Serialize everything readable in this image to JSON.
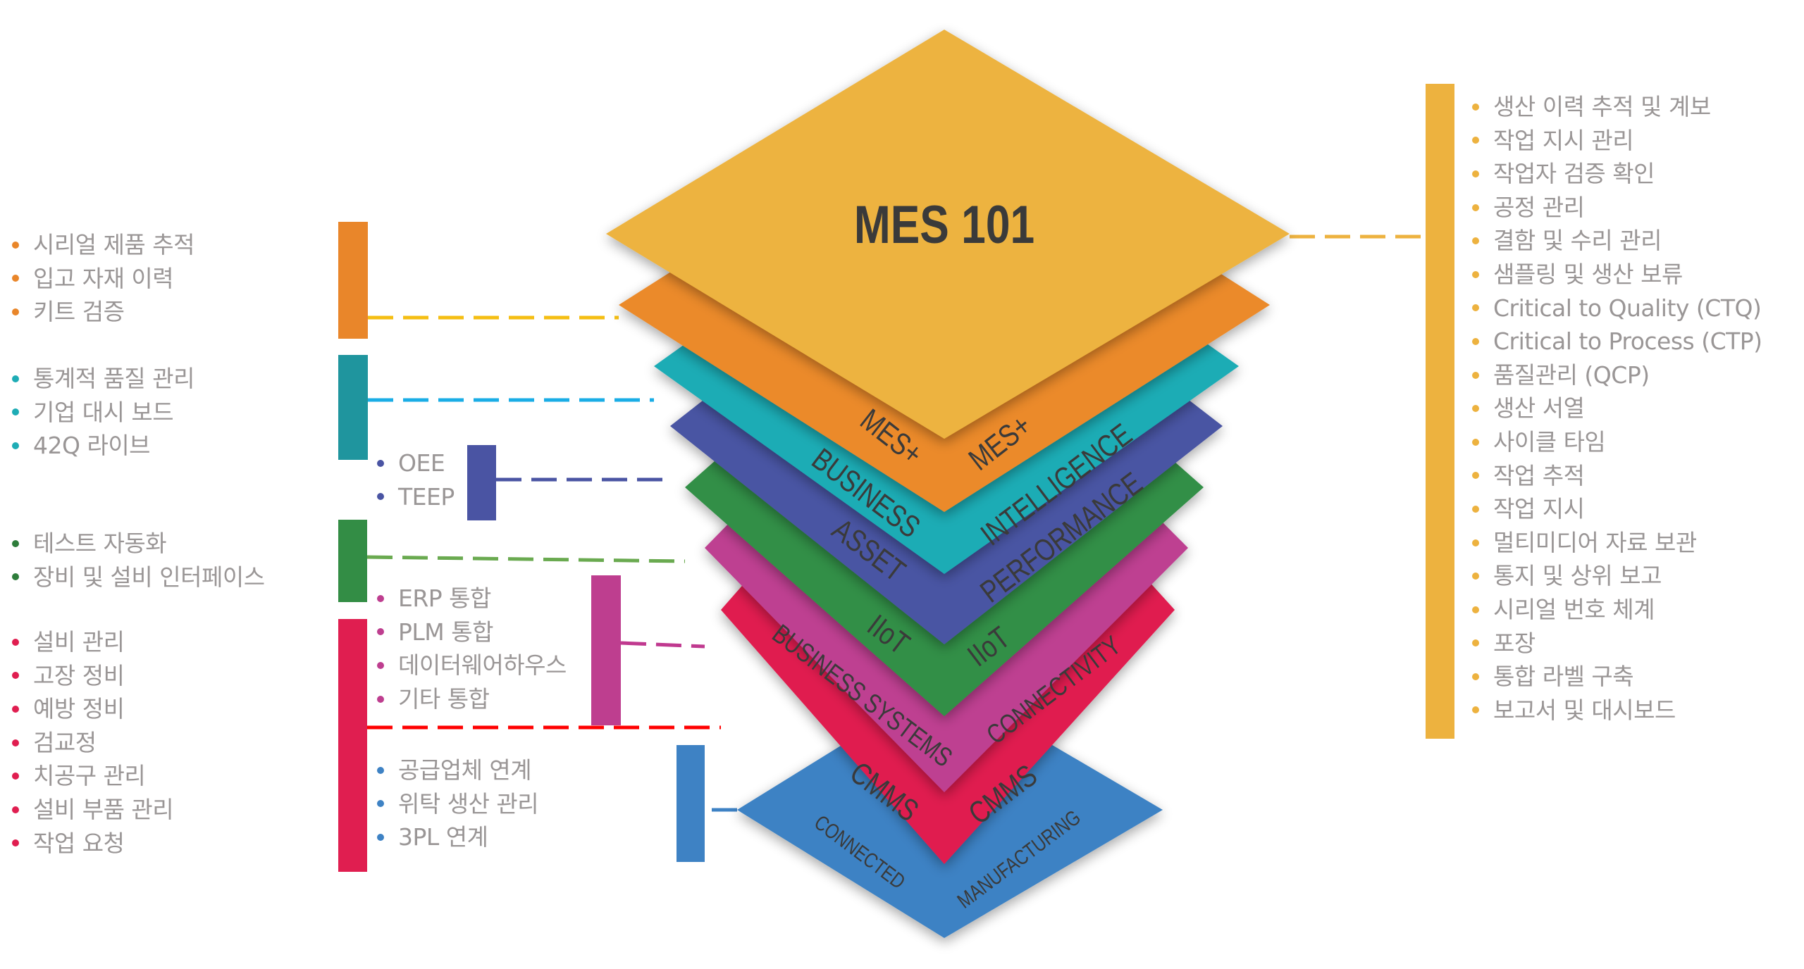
{
  "title": "MES 101",
  "colors": {
    "yellow": "#EDB33F",
    "orange": "#EB8A2A",
    "teal": "#1EACB5",
    "indigo": "#4A55A3",
    "green": "#338F46",
    "magenta": "#BE3F91",
    "red": "#E01C50",
    "blue": "#3E82C4",
    "text_gray": "#9a9696",
    "label_dark": "#3a3a3a"
  },
  "layers": [
    {
      "id": "mes-101",
      "color": "#EDB33F",
      "left_label": "",
      "right_label": ""
    },
    {
      "id": "mes-plus",
      "color": "#EB8A2A",
      "left_label": "MES+",
      "right_label": "MES+"
    },
    {
      "id": "business-intelligence",
      "color": "#1EACB5",
      "left_label": "BUSINESS",
      "right_label": "INTELLIGENCE"
    },
    {
      "id": "asset-performance",
      "color": "#4A55A3",
      "left_label": "ASSET",
      "right_label": "PERFORMANCE"
    },
    {
      "id": "iiot",
      "color": "#338F46",
      "left_label": "IIoT",
      "right_label": "IIoT"
    },
    {
      "id": "connectivity",
      "color": "#BE3F91",
      "left_label": "BUSINESS SYSTEMS",
      "right_label": "CONNECTIVITY"
    },
    {
      "id": "cmms",
      "color": "#E01C50",
      "left_label": "CMMS",
      "right_label": "CMMS"
    },
    {
      "id": "connected-manufacturing",
      "color": "#3E82C4",
      "left_label": "CONNECTED",
      "right_label": "MANUFACTURING"
    }
  ],
  "groups": {
    "mes_plus": {
      "bar_color": "#E9862A",
      "line_color": "#F5BE12",
      "bullet_color": "#E9862A",
      "items": [
        "시리얼 제품 추적",
        "입고 자재 이력",
        "키트 검증"
      ]
    },
    "business_intelligence": {
      "bar_color": "#1F959E",
      "line_color": "#1AADE6",
      "bullet_color": "#1EACB5",
      "items": [
        "통계적 품질 관리",
        "기업 대시 보드",
        "42Q 라이브"
      ]
    },
    "asset_performance": {
      "bar_color": "#4A54A3",
      "line_color": "#4A54A3",
      "bullet_color": "#4A54A3",
      "items": [
        "OEE",
        "TEEP"
      ]
    },
    "iiot": {
      "bar_color": "#338D45",
      "line_color": "#6AAA50",
      "bullet_color": "#2E7D3B",
      "items": [
        "테스트 자동화",
        "장비 및 설비 인터페이스"
      ]
    },
    "business_systems": {
      "bar_color": "#BE3E8F",
      "line_color": "#C0398F",
      "bullet_color": "#BE3E8F",
      "items": [
        "ERP 통합",
        "PLM 통합",
        "데이터웨어하우스",
        "기타 통합"
      ]
    },
    "cmms": {
      "bar_color": "#E01E50",
      "line_color": "#FF0000",
      "bullet_color": "#E01E50",
      "items": [
        "설비 관리",
        "고장 정비",
        "예방 정비",
        "검교정",
        "치공구 관리",
        "설비 부품 관리",
        "작업 요청"
      ]
    },
    "connected_manufacturing": {
      "bar_color": "#3E82C4",
      "line_color": "#3E82C4",
      "bullet_color": "#3E82C4",
      "items": [
        "공급업체 연계",
        "위탁 생산 관리",
        "3PL 연계"
      ]
    },
    "mes_101": {
      "bar_color": "#EDB23F",
      "line_color": "#EDB23F",
      "bullet_color": "#EDB23F",
      "items": [
        "생산 이력 추적 및 계보",
        "작업 지시 관리",
        "작업자 검증 확인",
        "공정 관리",
        "결함 및 수리 관리",
        "샘플링 및 생산 보류",
        "Critical to Quality (CTQ)",
        "Critical to Process (CTP)",
        "품질관리 (QCP)",
        "생산 서열",
        "사이클 타임",
        "작업 추적",
        "작업 지시",
        "멀티미디어 자료 보관",
        "통지 및 상위 보고",
        "시리얼 번호 체계",
        "포장",
        "통합 라벨 구축",
        "보고서 및 대시보드"
      ]
    }
  }
}
